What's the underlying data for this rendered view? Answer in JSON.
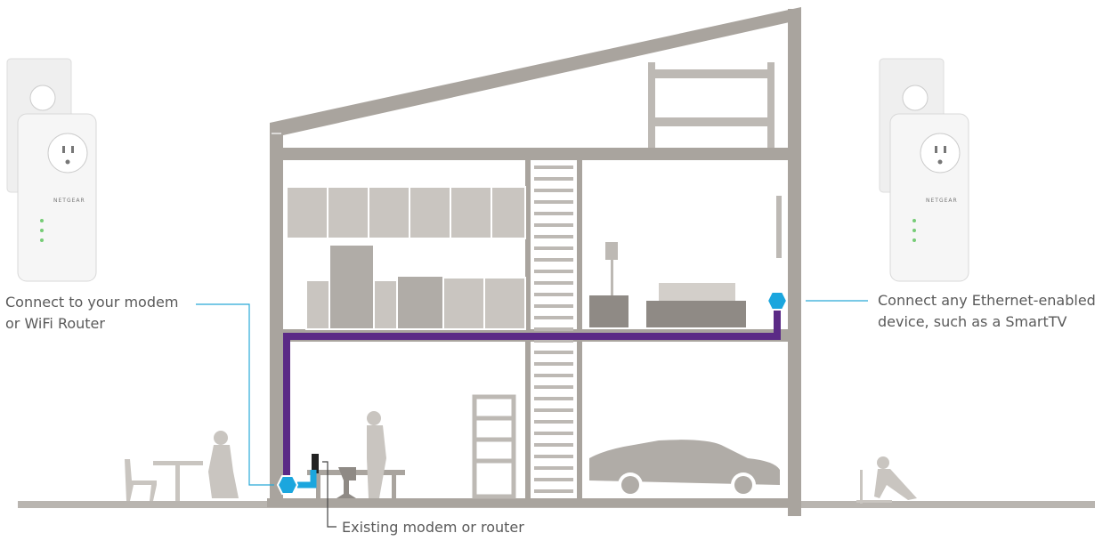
{
  "labels": {
    "left_line1": "Connect to your modem",
    "left_line2": "or WiFi Router",
    "right_line1": "Connect any Ethernet-enabled",
    "right_line2": "device, such as a SmartTV",
    "bottom": "Existing modem or router"
  },
  "adapter_brand": "NETGEAR",
  "colors": {
    "structure": "#a9a49e",
    "furniture": "#c9c5c0",
    "powerline": "#5b2a86",
    "adapter_port": "#1ba6de",
    "callout_line": "#29a9d8",
    "text": "#5a5a5a"
  }
}
